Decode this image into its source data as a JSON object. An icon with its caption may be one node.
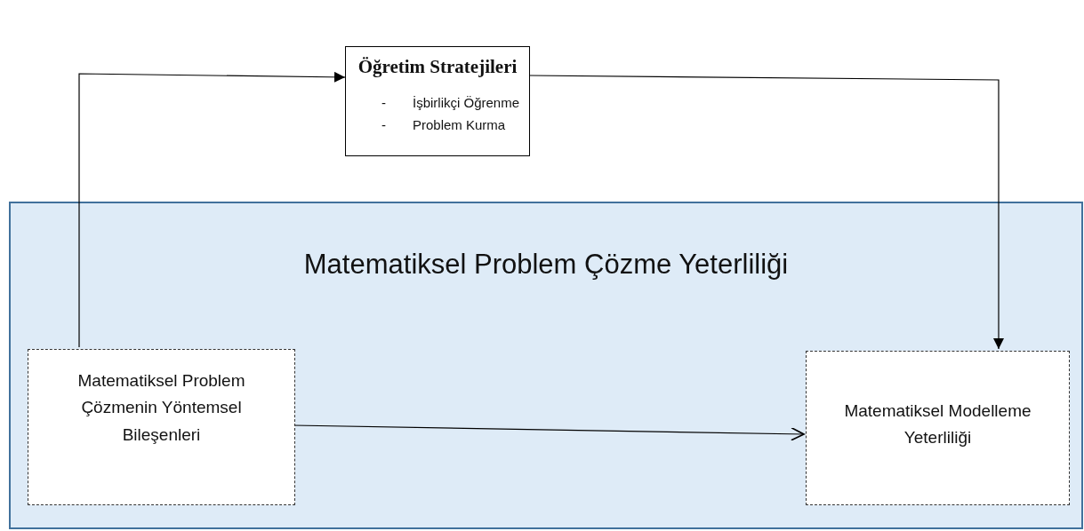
{
  "diagram": {
    "nodes": [
      {
        "text": [
          "Öğretim Stratejileri",
          "- İşbirlikçi Öğrenme",
          "- Problem Kurma"
        ]
      },
      {
        "text": [
          "Matematiksel Problem Çözme Yeterliliği"
        ]
      },
      {
        "text": [
          "Matematiksel Problem Çözmenin Yöntemsel Bileşenleri"
        ],
        "in": 1
      },
      {
        "text": [
          "Matematiksel Modelleme Yeterliliği"
        ],
        "in": 1
      }
    ],
    "edges": [
      {
        "from": 2,
        "to": 0,
        "arrow": "to"
      },
      {
        "from": 0,
        "to": 3,
        "arrow": "to"
      },
      {
        "from": 2,
        "to": 3,
        "arrow": "to"
      }
    ]
  }
}
